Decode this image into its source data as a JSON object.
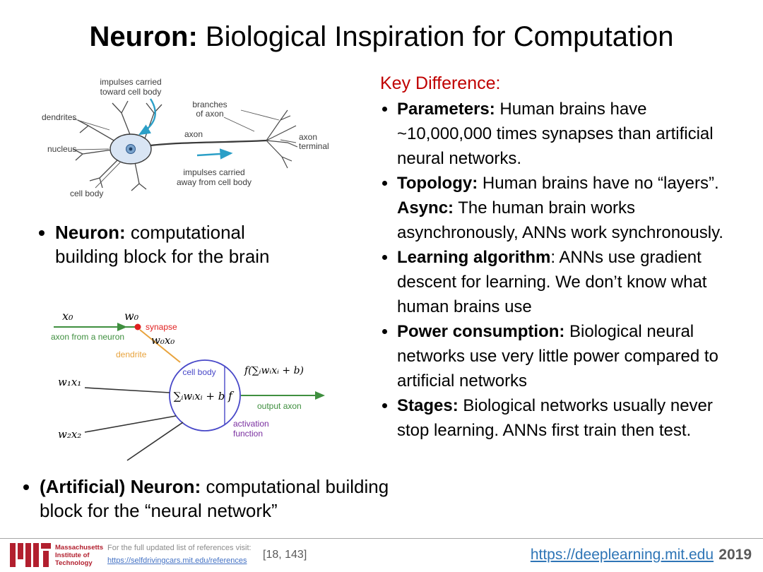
{
  "title": {
    "bold": "Neuron:",
    "rest": " Biological Inspiration for Computation"
  },
  "bio_diagram": {
    "impulses_toward_1": "impulses carried",
    "impulses_toward_2": "toward cell body",
    "dendrites": "dendrites",
    "nucleus": "nucleus",
    "cell_body": "cell body",
    "branches_1": "branches",
    "branches_2": "of axon",
    "axon": "axon",
    "axon_terminals_1": "axon",
    "axon_terminals_2": "terminals",
    "impulses_away_1": "impulses carried",
    "impulses_away_2": "away from cell body"
  },
  "ann_diagram": {
    "x0": "x₀",
    "w0": "w₀",
    "synapse": "synapse",
    "axon_from_neuron": "axon from a neuron",
    "w0x0": "w₀x₀",
    "dendrite": "dendrite",
    "cell_body": "cell body",
    "sum_formula": "∑ᵢwᵢxᵢ + b",
    "f": "f",
    "output_formula": "f(∑ᵢwᵢxᵢ + b)",
    "output_axon": "output axon",
    "activation_1": "activation",
    "activation_2": "function",
    "w1x1": "w₁x₁",
    "w2x2": "w₂x₂"
  },
  "left_bullets": {
    "b1_bold": "Neuron:",
    "b1_rest": " computational building block for the brain",
    "b2_bold": "(Artificial) Neuron:",
    "b2_rest": " computational building block for the “neural network”"
  },
  "right": {
    "heading": "Key Difference:",
    "bullets": [
      {
        "b1": "Parameters:",
        "t1": " Human brains have ~10,000,000 times synapses than artificial neural networks."
      },
      {
        "b1": "Topology:",
        "t1": " Human brains have no “layers”. ",
        "b2": "Async:",
        "t2": " The human brain works asynchronously, ANNs work synchronously."
      },
      {
        "b1": "Learning algorithm",
        "t1": ": ANNs use gradient descent for learning. We don’t know what human brains use"
      },
      {
        "b1": "Power consumption:",
        "t1": " Biological neural networks use very little power compared to artificial networks"
      },
      {
        "b1": "Stages:",
        "t1": " Biological networks usually never stop learning. ANNs first train then test."
      }
    ]
  },
  "footer": {
    "mit_line1": "Massachusetts",
    "mit_line2": "Institute of",
    "mit_line3": "Technology",
    "ref_text": "For the full updated list of references visit:",
    "ref_link": "https://selfdrivingcars.mit.edu/references",
    "citation": "[18, 143]",
    "site_link": "https://deeplearning.mit.edu",
    "year": "2019"
  },
  "colors": {
    "heading_red": "#C00000",
    "mit_red": "#B21F2E",
    "link_blue": "#2E75B6",
    "ref_link_blue": "#4472C4",
    "footer_gray": "#8C8C8C",
    "diagram_green": "#3F8F3F",
    "diagram_orange": "#E8A33D",
    "diagram_purple": "#7A2FA0",
    "diagram_blue": "#4848C8",
    "synapse_red": "#E02020",
    "impulse_blue": "#2B9FC7"
  }
}
